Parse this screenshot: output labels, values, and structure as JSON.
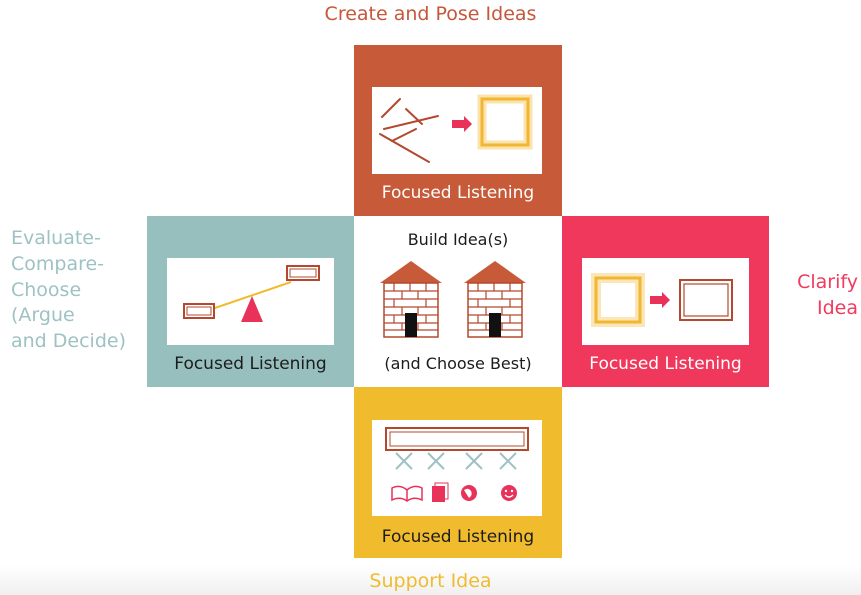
{
  "labels": {
    "top": "Create and Pose Ideas",
    "left": [
      "Evaluate-",
      "Compare-",
      "Choose",
      "(Argue",
      "and Decide)"
    ],
    "right": [
      "Clarify",
      "Idea"
    ],
    "bottom": "Support Idea"
  },
  "panels": {
    "top": {
      "caption": "Focused Listening",
      "icon": "scattered-lines-to-frame-icon"
    },
    "left": {
      "caption": "Focused Listening",
      "icon": "balance-scale-icon"
    },
    "right": {
      "caption": "Focused Listening",
      "icon": "blurry-frame-to-clear-frame-icon"
    },
    "bottom": {
      "caption": "Focused Listening",
      "icon": "supported-beam-icon",
      "sub_icons": [
        "book-icon",
        "document-icon",
        "globe-icon",
        "smiley-icon"
      ]
    },
    "center": {
      "title": "Build Idea(s)",
      "subtitle": "(and Choose Best)",
      "icon": "brick-houses-icon"
    }
  },
  "colors": {
    "top": "#c65a39",
    "left": "#96bfbe",
    "right": "#f0385c",
    "bottom": "#f0bb2c",
    "accent_pink": "#e8325a",
    "line_brown": "#b4482e"
  }
}
